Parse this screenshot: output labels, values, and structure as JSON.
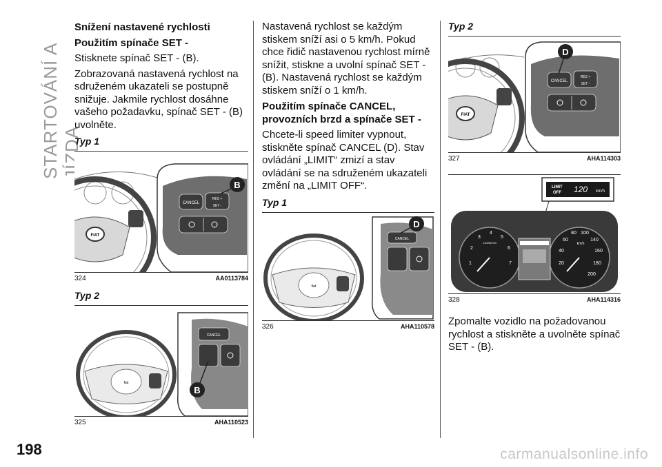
{
  "side_title": "STARTOVÁNÍ A JÍZDA",
  "page_number": "198",
  "watermark": "carmanualsonline.info",
  "col1": {
    "heading": "Snížení nastavené rychlosti",
    "subheading": "Použitím spínače SET -",
    "p1": "Stisknete spínač SET - (B).",
    "p2": "Zobrazovaná nastavená rychlost na sdruženém ukazateli se postupně snižuje. Jakmile rychlost dosáhne vašeho požadavku, spínač SET - (B) uvolněte.",
    "typ1": "Typ 1",
    "fig1": {
      "number": "324",
      "code": "AA0113784",
      "callout": "B",
      "cancel": "CANCEL",
      "res": "RES +",
      "set": "SET -"
    },
    "typ2": "Typ 2",
    "fig2": {
      "number": "325",
      "code": "AHA110523",
      "callout": "B",
      "cancel": "CANCEL"
    }
  },
  "col2": {
    "p1": "Nastavená rychlost se každým stiskem sníží asi o 5 km/h. Pokud chce řidič nastavenou rychlost mírně snížit, stiskne a uvolní spínač SET - (B). Nastavená rychlost se každým stiskem sníží o 1 km/h.",
    "heading": "Použitím spínače CANCEL, provozních brzd a spínače SET -",
    "p2": "Chcete-li speed limiter vypnout, stiskněte spínač CANCEL (D). Stav ovládání „LIMIT“ zmizí a stav ovládání se na sdruženém ukazateli změní na „LIMIT OFF“.",
    "typ1": "Typ 1",
    "fig": {
      "number": "326",
      "code": "AHA110578",
      "callout": "D",
      "cancel": "CANCEL"
    }
  },
  "col3": {
    "typ2": "Typ 2",
    "fig1": {
      "number": "327",
      "code": "AHA114303",
      "callout": "D",
      "cancel": "CANCEL",
      "res": "RES +",
      "set": "SET -",
      "brand": "FIAT"
    },
    "fig2": {
      "number": "328",
      "code": "AHA114316",
      "limit_line1": "LIMIT",
      "limit_line2": "OFF",
      "speed": "120",
      "unit": "km/h",
      "kmh": "km/h",
      "rpm": "x1000r/min"
    },
    "p1": "Zpomalte vozidlo na požadovanou rychlost a stiskněte a uvolněte spínač SET - (B)."
  }
}
